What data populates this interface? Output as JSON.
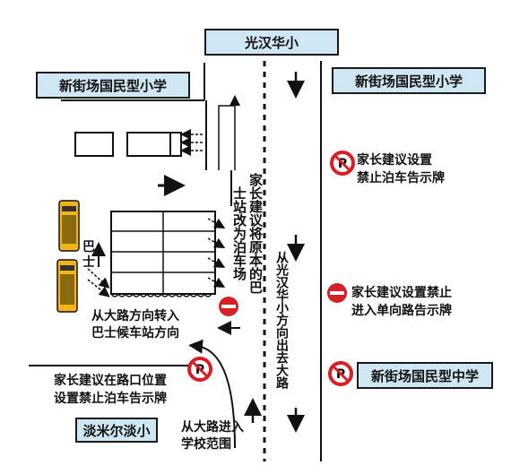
{
  "labels": {
    "guanghan": "光汉华小",
    "sjc_primary_left": "新街场国民型小学",
    "sjc_primary_right": "新街场国民型小学",
    "sjc_secondary": "新街场国民型中学",
    "tamil": "淡米尔淡小"
  },
  "notes": {
    "right_no_parking_1": "家长建议设置",
    "right_no_parking_2": "禁止泊车告示牌",
    "right_no_entry_1": "家长建议设置禁止",
    "right_no_entry_2": "进入单向路告示牌",
    "bus_turn_1": "从大路方向转入",
    "bus_turn_2": "巴士候车站方向",
    "corner_1": "家长建议在路口位置",
    "corner_2": "设置禁止泊车告示牌",
    "enter_1": "从大路进入",
    "enter_2": "学校范围",
    "bus_stop_parking": "家长建议将原本的巴士站改为泊车场",
    "exit_road": "从光汉华小方向出去大路",
    "bus": "巴士"
  },
  "colors": {
    "label_bg": "#cfe7f3",
    "sign_red": "#d61f26",
    "bus_yellow": "#f2b417"
  },
  "icons": [
    "no-parking-sign-icon",
    "no-entry-sign-icon",
    "bus-icon",
    "arrow-icon"
  ]
}
